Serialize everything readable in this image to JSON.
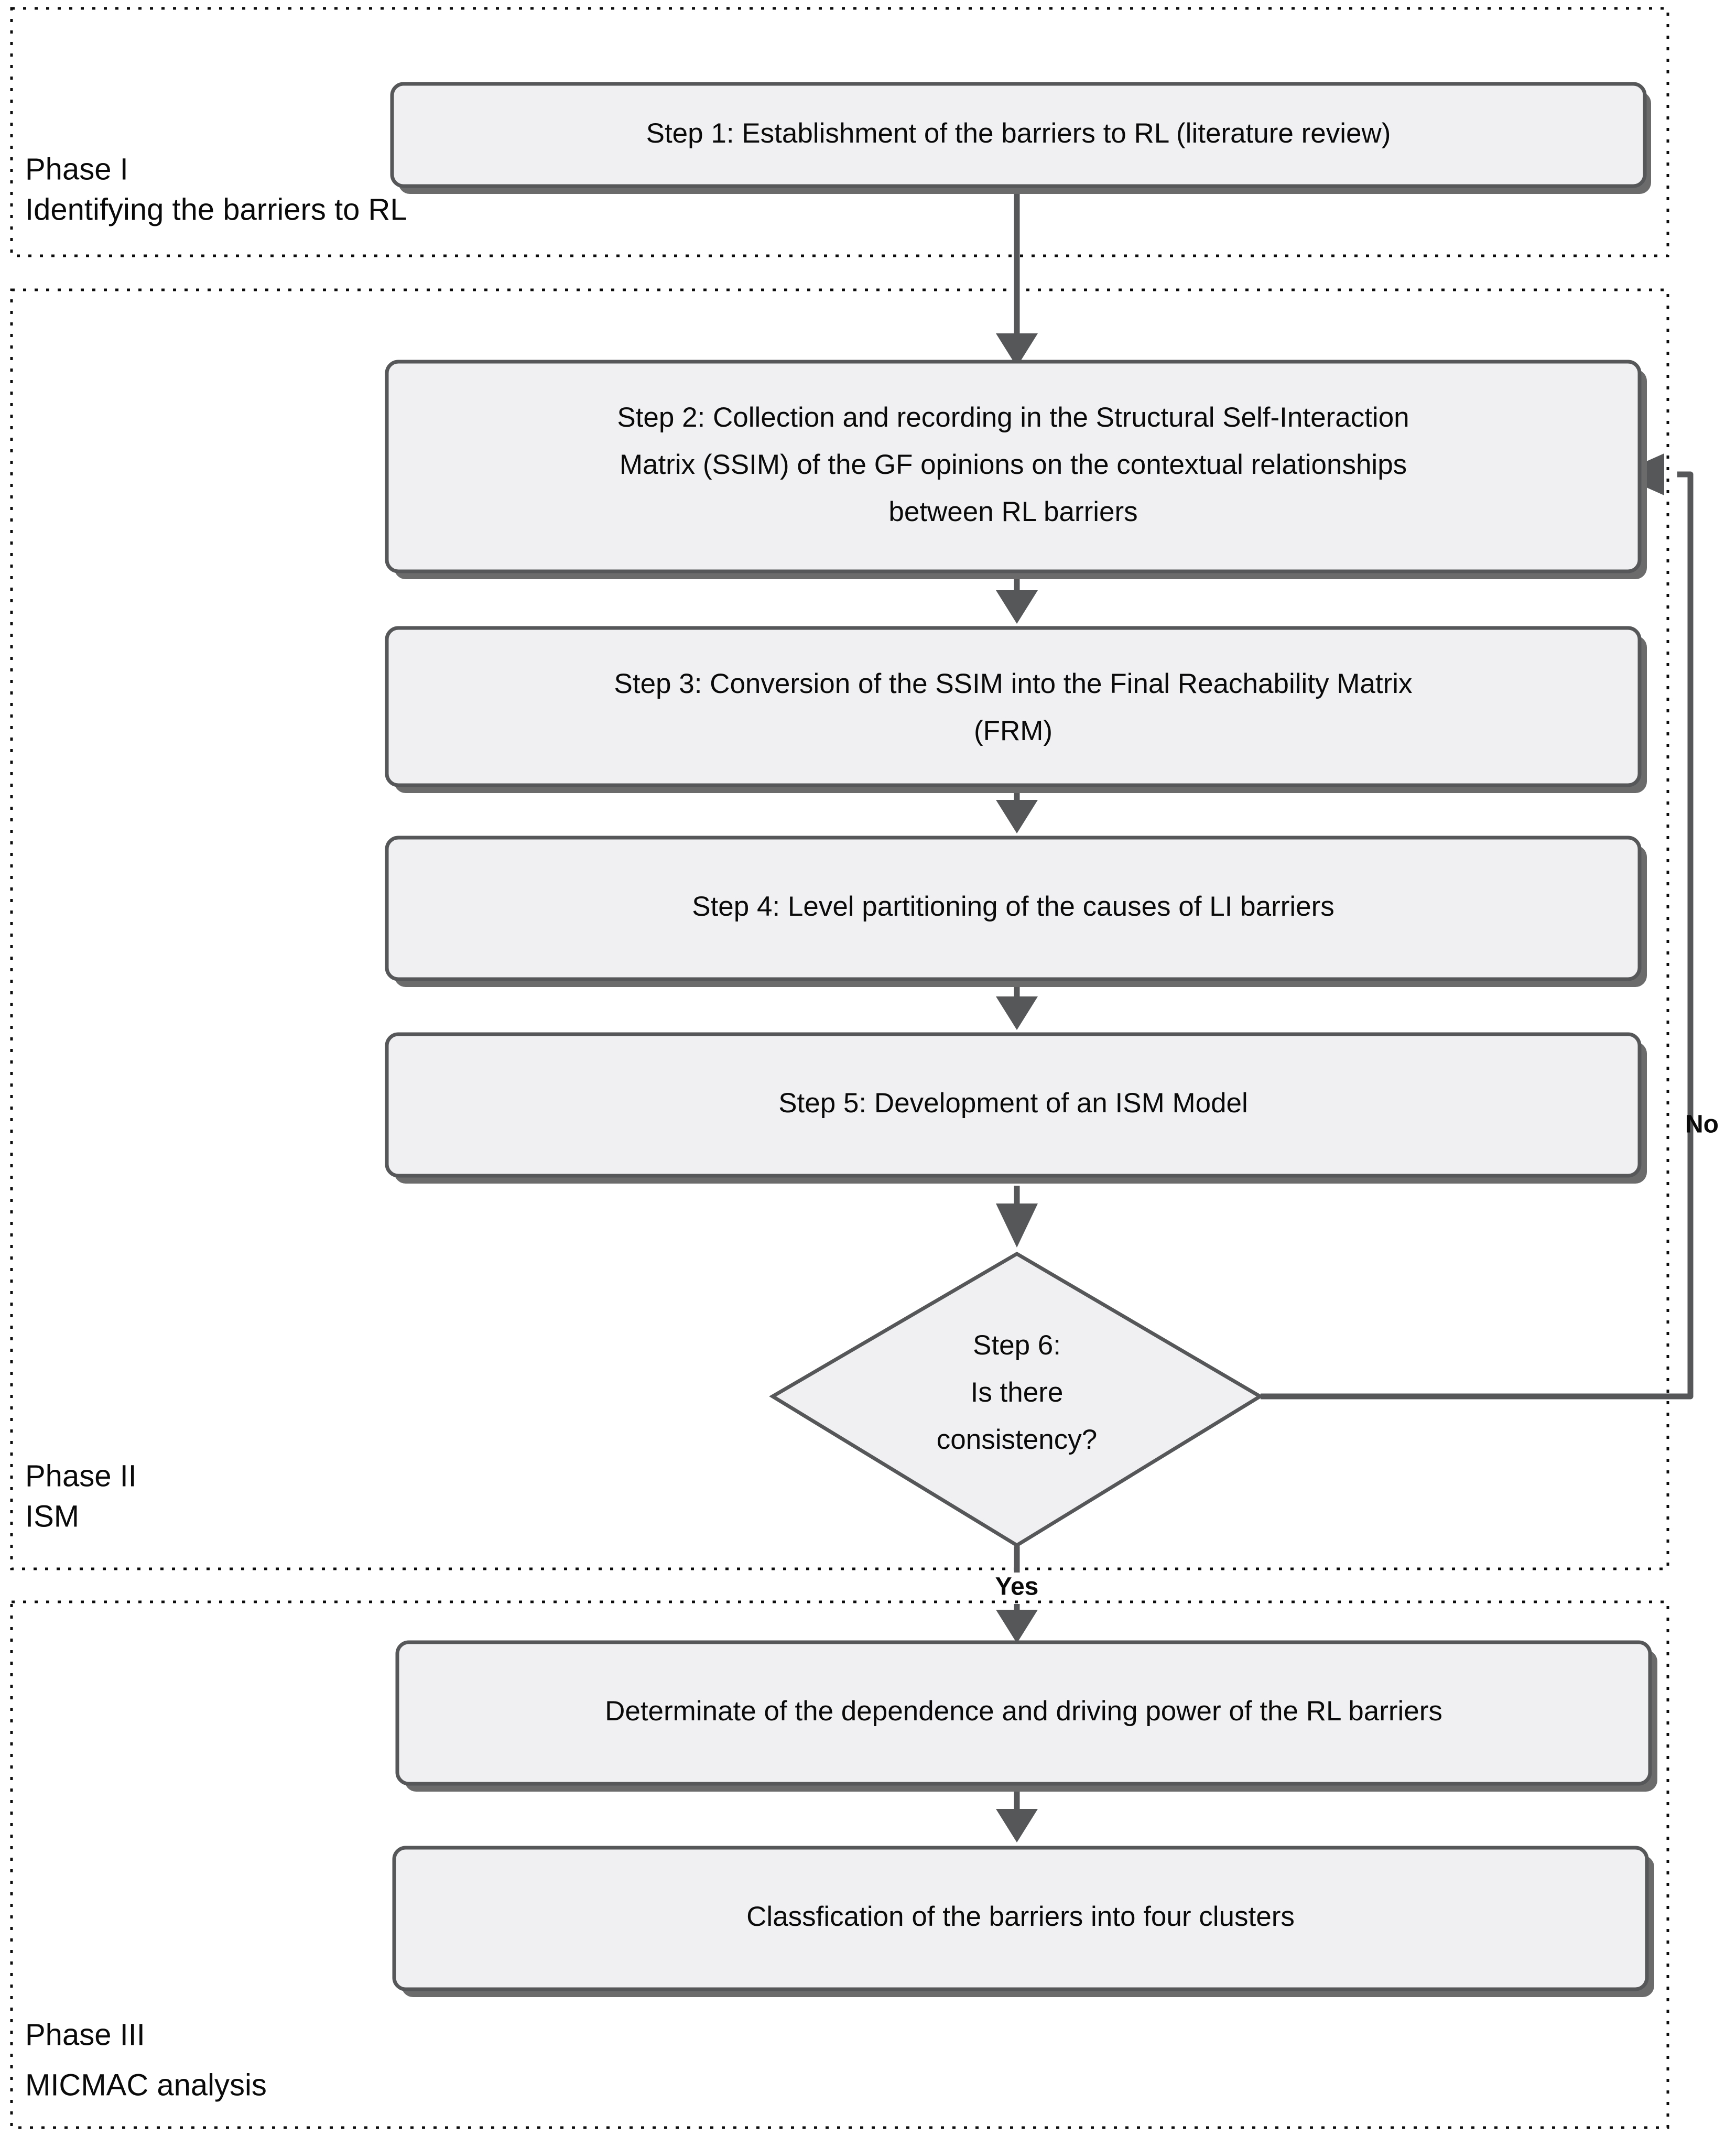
{
  "diagram": {
    "title": "ISM and MICMAC research methodology flowchart",
    "colors": {
      "node_fill": "#f0f0f2",
      "node_border": "#555759",
      "node_shadow": "#6b6b6b",
      "edge": "#555759",
      "phase_border": "#0d0d0d",
      "text": "#0a0a0a",
      "background": "#ffffff"
    },
    "phases": [
      {
        "id": "phase-1",
        "label_line1": "Phase I",
        "label_line2": "Identifying the barriers to RL"
      },
      {
        "id": "phase-2",
        "label_line1": "Phase II",
        "label_line2": "ISM"
      },
      {
        "id": "phase-3",
        "label_line1": "Phase III",
        "label_line2": "MICMAC analysis"
      }
    ],
    "nodes": [
      {
        "id": "step-1",
        "shape": "process",
        "phase": "phase-1",
        "lines": [
          "Step 1: Establishment of the barriers to RL (literature review)"
        ]
      },
      {
        "id": "step-2",
        "shape": "process",
        "phase": "phase-2",
        "lines": [
          "Step 2: Collection and recording in the Structural Self-Interaction",
          "Matrix (SSIM) of the GF opinions on the contextual relationships",
          "between RL barriers"
        ]
      },
      {
        "id": "step-3",
        "shape": "process",
        "phase": "phase-2",
        "lines": [
          "Step 3: Conversion of the SSIM into the Final Reachability Matrix",
          "(FRM)"
        ]
      },
      {
        "id": "step-4",
        "shape": "process",
        "phase": "phase-2",
        "lines": [
          "Step 4: Level partitioning of the causes of LI barriers"
        ]
      },
      {
        "id": "step-5",
        "shape": "process",
        "phase": "phase-2",
        "lines": [
          "Step 5: Development of an ISM Model"
        ]
      },
      {
        "id": "step-6",
        "shape": "decision",
        "phase": "phase-2",
        "lines": [
          "Step 6:",
          "Is there",
          "consistency?"
        ]
      },
      {
        "id": "micmac-1",
        "shape": "process",
        "phase": "phase-3",
        "lines": [
          "Determinate of the dependence and driving power of the RL barriers"
        ]
      },
      {
        "id": "micmac-2",
        "shape": "process",
        "phase": "phase-3",
        "lines": [
          "Classfication of the barriers into four clusters"
        ]
      }
    ],
    "edge_labels": {
      "no": "No",
      "yes": "Yes"
    }
  }
}
